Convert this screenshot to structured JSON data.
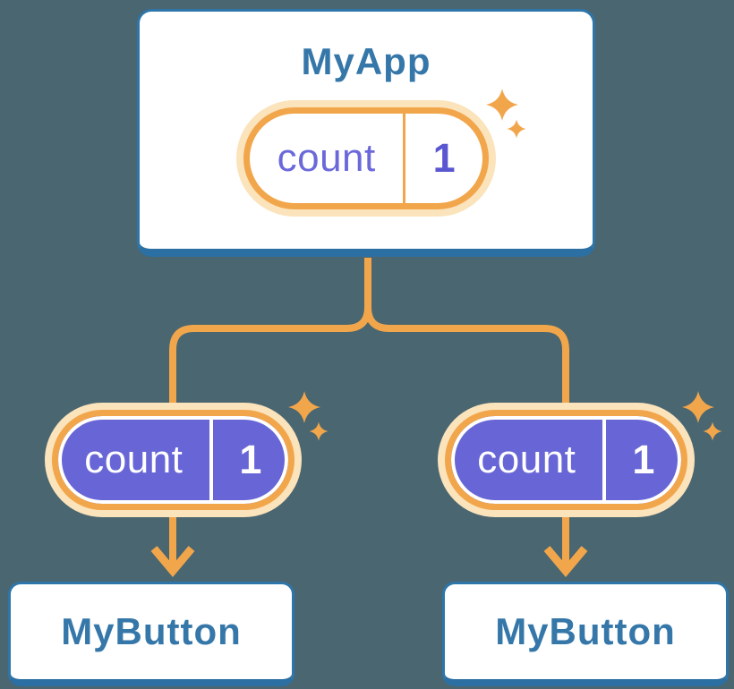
{
  "diagram": {
    "type": "component-tree",
    "description": "Parent component holding state shared down to two child components"
  },
  "colors": {
    "background": "#4a6670",
    "card_border": "#2e76a9",
    "card_bottom_edge": "#2b6fa3",
    "heading_text": "#3577a9",
    "connector_orange": "#f2a64b",
    "pill_glow": "#fbe3bb",
    "pill_purple": "#6866d6",
    "pill_name_text": "#6b69da",
    "pill_value_text": "#5956d2",
    "child_pill_text": "#ffffff"
  },
  "icons": {
    "sparkles": "sparkles-icon",
    "arrow": "arrow-down-icon"
  },
  "root": {
    "title": "MyApp",
    "state": {
      "name": "count",
      "value": "1"
    }
  },
  "children": [
    {
      "title": "MyButton",
      "state": {
        "name": "count",
        "value": "1"
      }
    },
    {
      "title": "MyButton",
      "state": {
        "name": "count",
        "value": "1"
      }
    }
  ]
}
